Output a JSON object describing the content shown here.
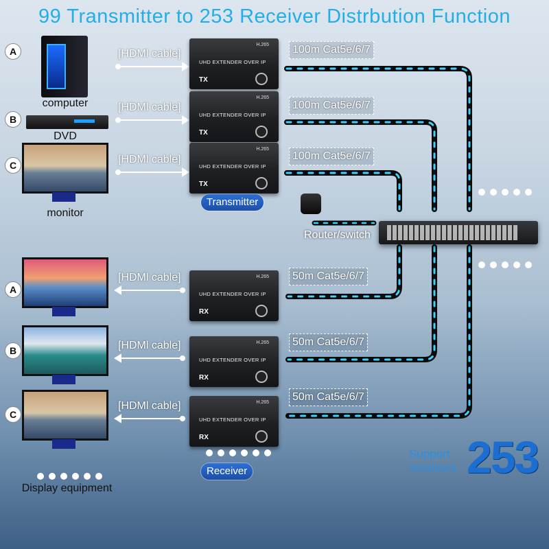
{
  "title": "99 Transmitter to 253 Receiver Distrbution Function",
  "sources": [
    {
      "letter": "A",
      "label": "computer"
    },
    {
      "letter": "B",
      "label": "DVD"
    },
    {
      "letter": "C",
      "label": "monitor"
    }
  ],
  "displays": [
    {
      "letter": "A"
    },
    {
      "letter": "B"
    },
    {
      "letter": "C"
    }
  ],
  "hdmi_label": "[HDMl cable]",
  "transmitters": [
    {
      "codec": "H.265",
      "extender": "UHD EXTENDER OVER IP",
      "role": "TX",
      "cable": "100m Cat5e/6/7"
    },
    {
      "codec": "H.265",
      "extender": "UHD EXTENDER OVER IP",
      "role": "TX",
      "cable": "100m Cat5e/6/7"
    },
    {
      "codec": "H.265",
      "extender": "UHD EXTENDER OVER IP",
      "role": "TX",
      "cable": "100m Cat5e/6/7"
    }
  ],
  "receivers": [
    {
      "codec": "H.265",
      "extender": "UHD EXTENDER OVER IP",
      "role": "RX",
      "cable": "50m Cat5e/6/7"
    },
    {
      "codec": "H.265",
      "extender": "UHD EXTENDER OVER IP",
      "role": "RX",
      "cable": "50m Cat5e/6/7"
    },
    {
      "codec": "H.265",
      "extender": "UHD EXTENDER OVER IP",
      "role": "RX",
      "cable": "50m Cat5e/6/7"
    }
  ],
  "transmitter_pill": "Transmitter",
  "receiver_pill": "Receiver",
  "router_label": "Router/switch",
  "display_label": "Display equipment",
  "support": {
    "line1": "Support",
    "line2": "receivers",
    "number": "253"
  },
  "colors": {
    "title": "#22aee6",
    "pill": "#1b4fa8",
    "cable_glow": "#3fd0ff"
  }
}
